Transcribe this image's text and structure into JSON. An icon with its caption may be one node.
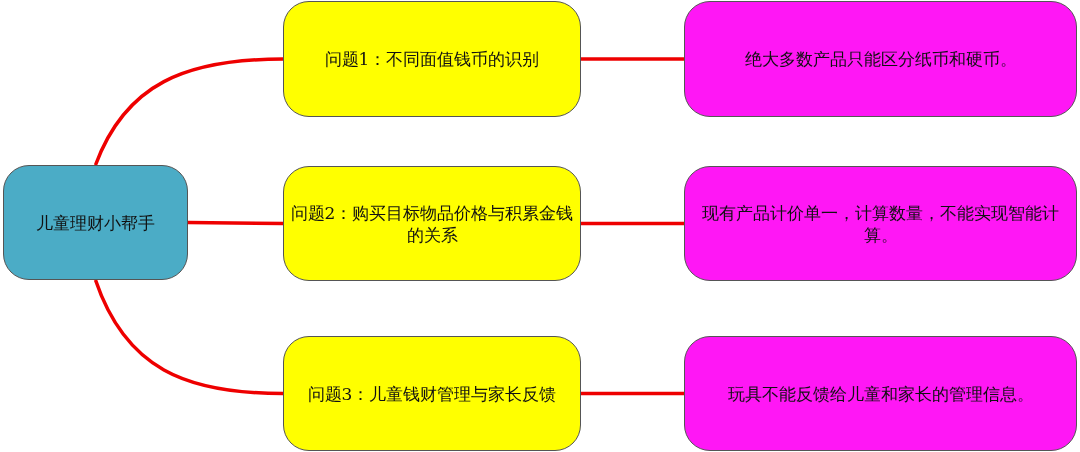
{
  "diagram": {
    "nodes": [
      {
        "text": [
          "儿童理财小帮手"
        ]
      },
      {
        "text": [
          "问题1：不同面值钱币的识别"
        ]
      },
      {
        "text": [
          "问题2：购买目标物品价格与积累金钱的关系"
        ]
      },
      {
        "text": [
          "问题3：儿童钱财管理与家长反馈"
        ]
      },
      {
        "text": [
          "绝大多数产品只能区分纸币和硬币。"
        ]
      },
      {
        "text": [
          "现有产品计价单一，计算数量，不能实现智能计算。"
        ]
      },
      {
        "text": [
          "玩具不能反馈给儿童和家长的管理信息。"
        ]
      }
    ],
    "edges": [
      {
        "from": 0,
        "to": 1,
        "arrow": "none"
      },
      {
        "from": 0,
        "to": 2,
        "arrow": "none"
      },
      {
        "from": 0,
        "to": 3,
        "arrow": "none"
      },
      {
        "from": 1,
        "to": 4,
        "arrow": "none"
      },
      {
        "from": 2,
        "to": 5,
        "arrow": "none"
      },
      {
        "from": 3,
        "to": 6,
        "arrow": "none"
      }
    ]
  }
}
